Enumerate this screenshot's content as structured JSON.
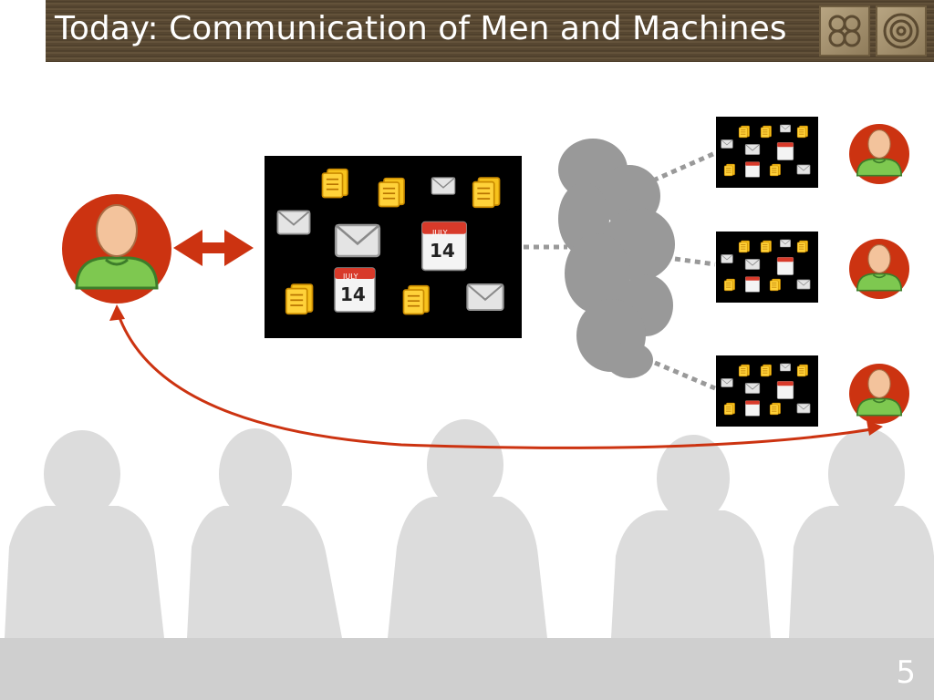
{
  "slide": {
    "title": "Today: Communication of Men and Machines",
    "page_number": "5"
  },
  "diagram": {
    "calendar_month": "JULY",
    "calendar_day": "14"
  },
  "colors": {
    "accent": "#cc3311",
    "person_shirt": "#7ec850",
    "cloud": "#999999",
    "title_bar": "#55462f",
    "footer": "#cfcfcf"
  },
  "icons": [
    "avatar",
    "email-icon",
    "sticky-note-icon",
    "calendar-icon",
    "cloud-icon",
    "knot-tile-icon",
    "spiral-tile-icon"
  ]
}
